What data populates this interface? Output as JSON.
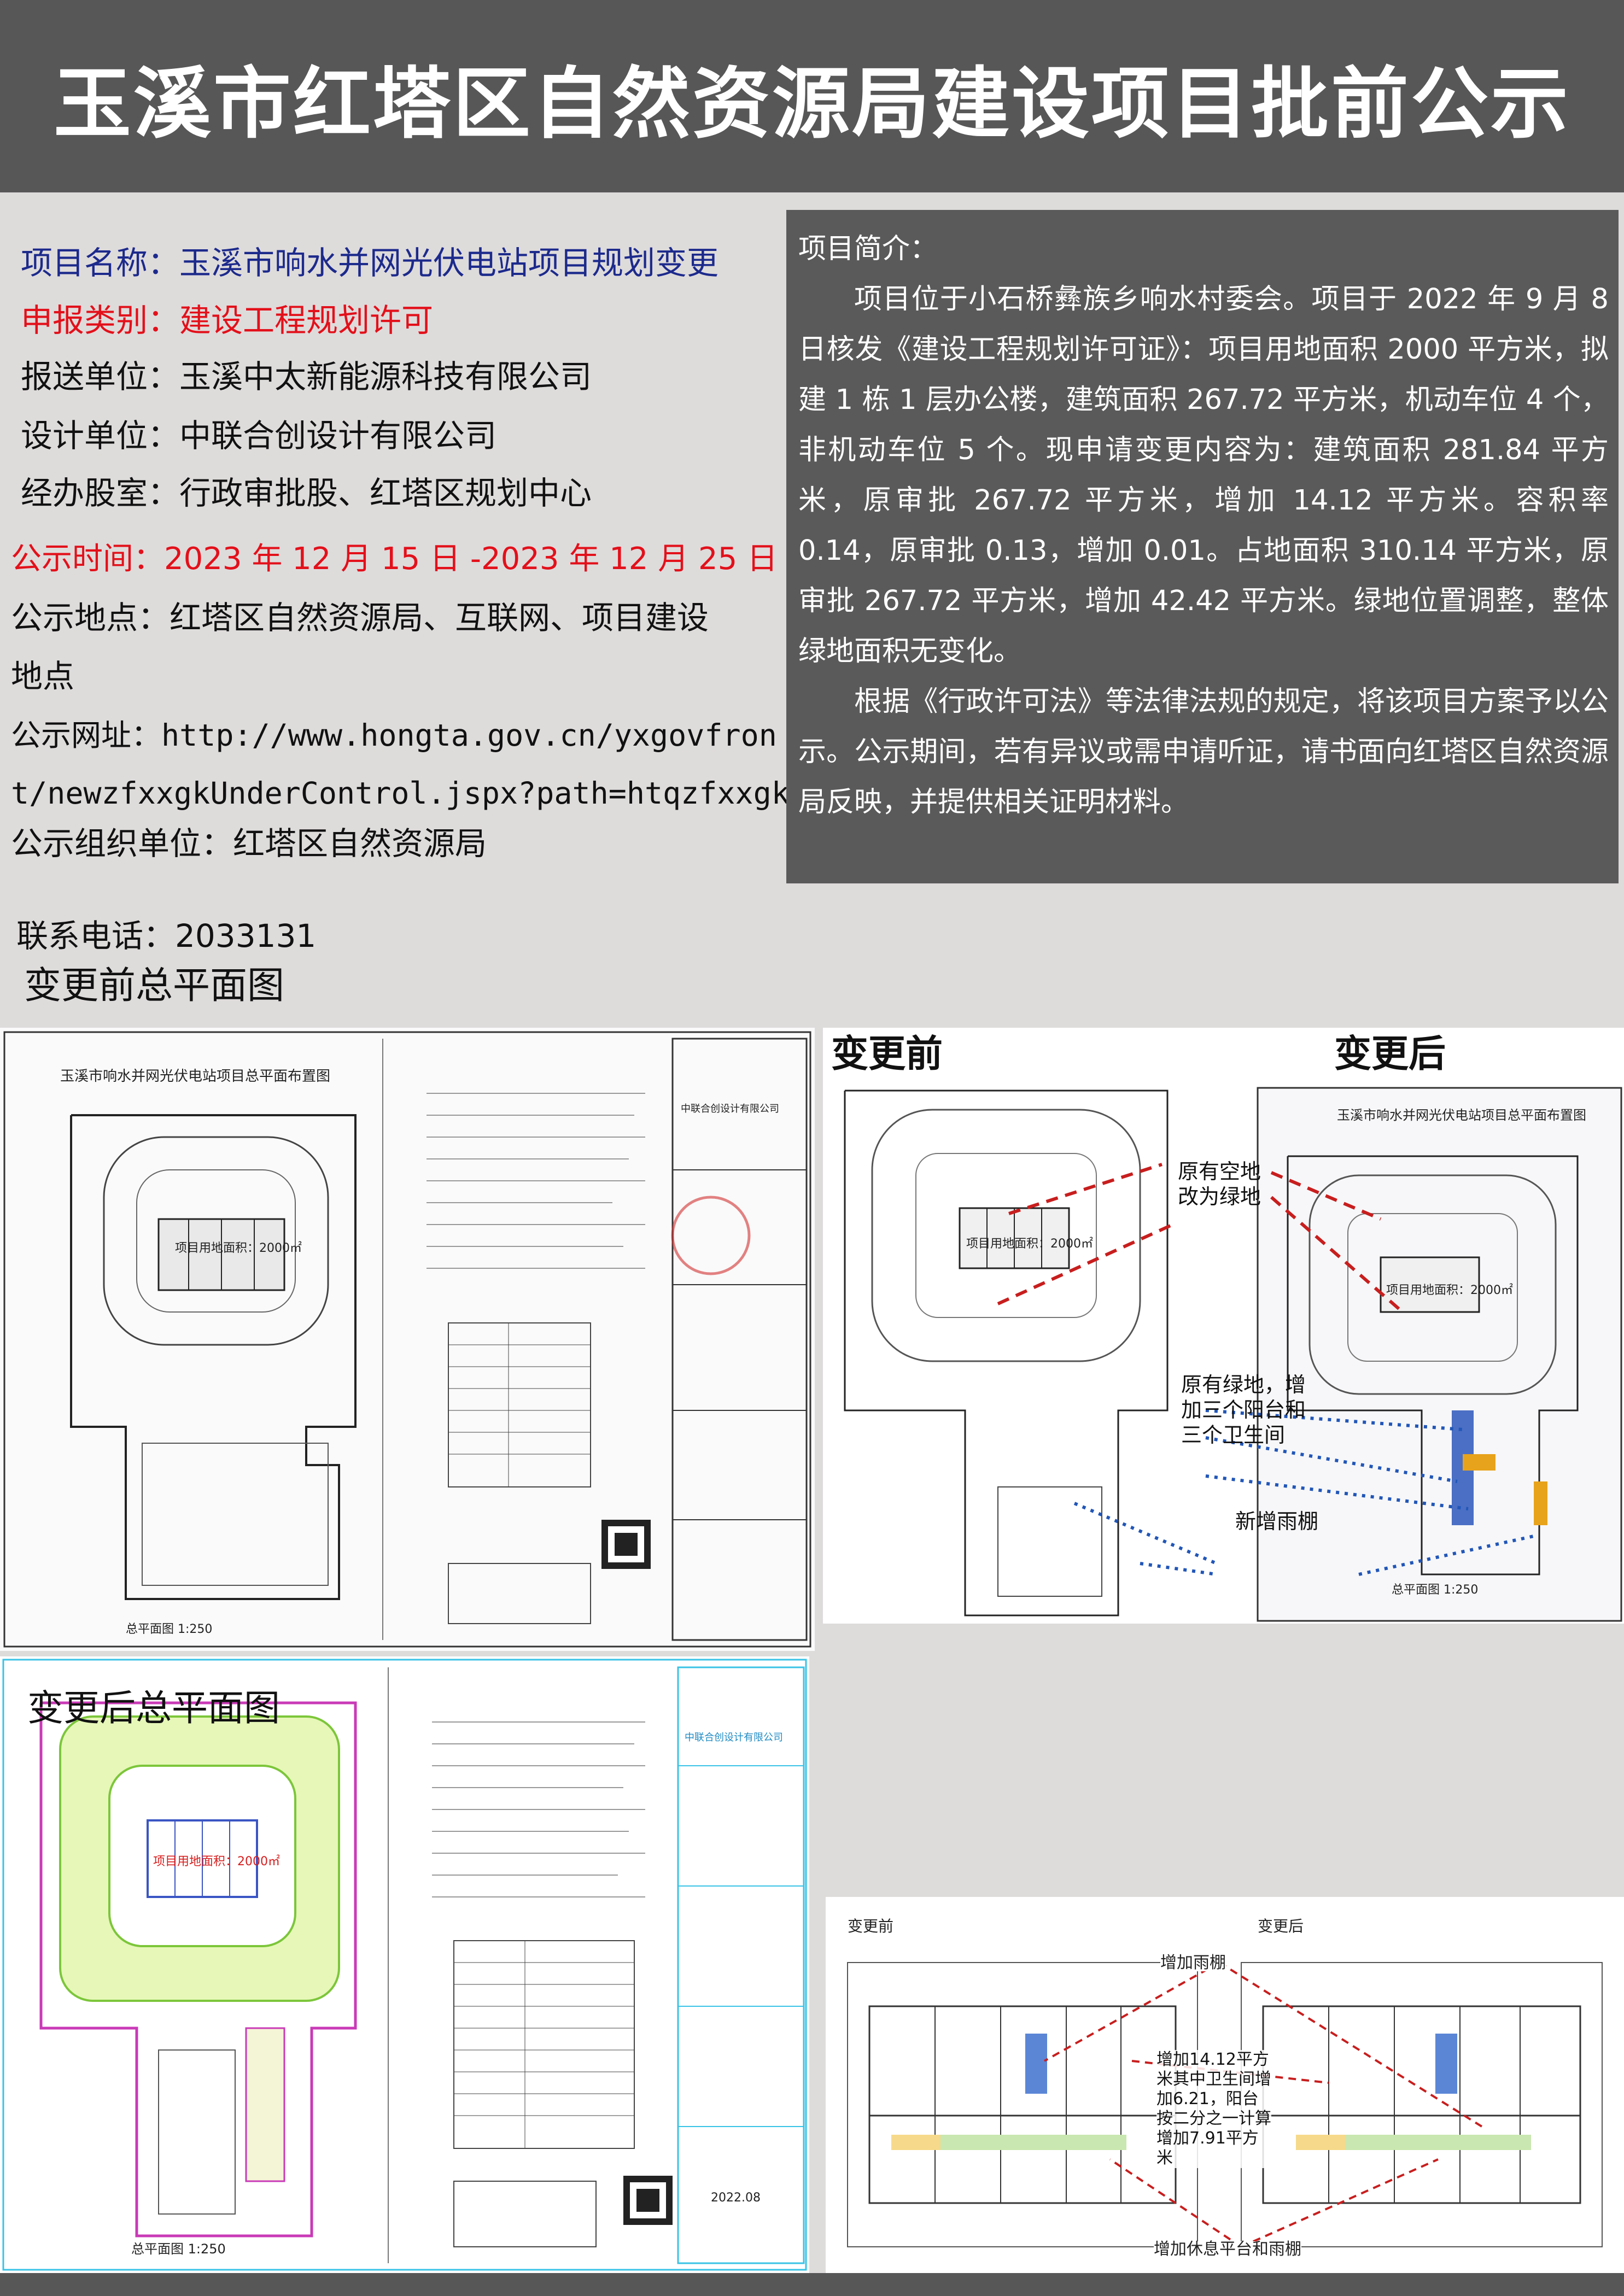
{
  "header": {
    "title": "玉溪市红塔区自然资源局建设项目批前公示"
  },
  "info": {
    "project_name": "项目名称：玉溪市响水并网光伏电站项目规划变更",
    "category": "申报类别：建设工程规划许可",
    "submitter": "报送单位：玉溪中太新能源科技有限公司",
    "designer": "设计单位：中联合创设计有限公司",
    "office": "经办股室：行政审批股、红塔区规划中心",
    "period": "公示时间：2023 年 12 月 15 日 -2023 年 12 月 25 日",
    "location_line1": "公示地点：红塔区自然资源局、互联网、项目建设",
    "location_line2": "地点",
    "url_line1": "公示网址：http://www.hongta.gov.cn/yxgovfron",
    "url_line2": "t/newzfxxgkUnderControl.jspx?path=htqzfxxgk",
    "organizer": "公示组织单位：红塔区自然资源局",
    "phone": "联系电话：2033131",
    "before_plan_title": "变更前总平面图"
  },
  "summary": {
    "heading": "项目简介：",
    "para1": "项目位于小石桥彝族乡响水村委会。项目于 2022 年 9 月 8 日核发《建设工程规划许可证》：项目用地面积 2000 平方米，拟建 1 栋 1 层办公楼，建筑面积 267.72 平方米，机动车位 4 个，非机动车位 5 个。现申请变更内容为：建筑面积 281.84 平方米，原审批 267.72 平方米，增加 14.12 平方米。容积率 0.14，原审批 0.13，增加 0.01。占地面积 310.14 平方米，原审批 267.72 平方米，增加 42.42 平方米。绿地位置调整，整体绿地面积无变化。",
    "para2": "根据《行政许可法》等法律法规的规定，将该项目方案予以公示。公示期间，若有异议或需申请听证，请书面向红塔区自然资源局反映，并提供相关证明材料。"
  },
  "drawings": {
    "before_panel": {
      "drawing_title": "玉溪市响水并网光伏电站项目总平面布置图",
      "site_area": "项目用地面积：2000㎡",
      "company": "中联合创设计有限公司",
      "scale": "总平面图 1:250"
    },
    "compare_panel": {
      "before_label": "变更前",
      "after_label": "变更后",
      "drawing_title": "玉溪市响水并网光伏电站项目总平面布置图",
      "site_area": "项目用地面积：2000㎡",
      "note_green": "原有空地改为绿地",
      "note_balcony": "原有绿地，增加三个阳台和三个卫生间",
      "note_canopy": "新增雨棚",
      "scale": "总平面图 1:250"
    },
    "after_panel": {
      "title": "变更后总平面图",
      "site_area": "项目用地面积：2000㎡",
      "company": "中联合创设计有限公司",
      "scale": "总平面图 1:250",
      "date": "2022.08"
    },
    "floor_panel": {
      "before_label": "变更前",
      "after_label": "变更后",
      "note_canopy": "增加雨棚",
      "note_area": "增加14.12平方米其中卫生间增加6.21，阳台按二分之一计算增加7.91平方米",
      "note_platform": "增加休息平台和雨棚"
    }
  },
  "colors": {
    "header_bg": "#585757",
    "summary_bg": "#5b5a5a",
    "accent_red": "#e3101a",
    "accent_blue": "#1c2a8c"
  }
}
